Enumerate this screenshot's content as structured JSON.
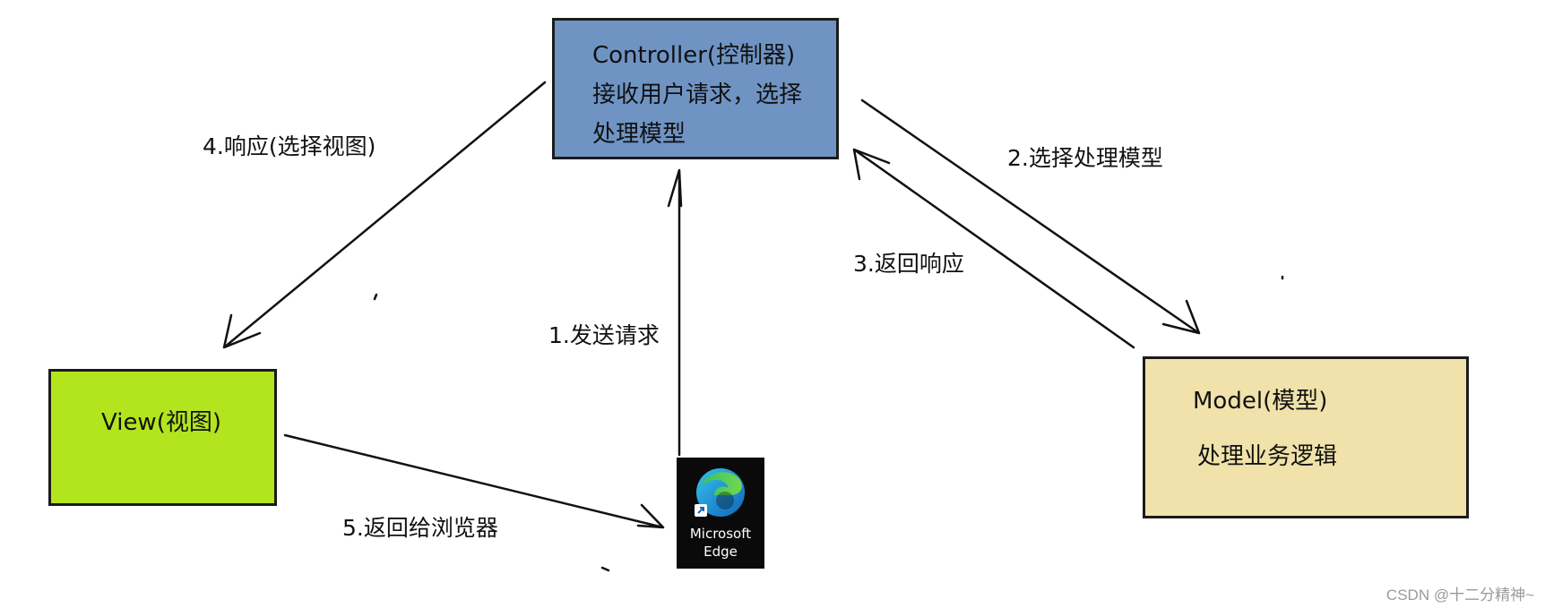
{
  "controller": {
    "line1": "Controller(控制器)",
    "line2": "接收用户请求，选择",
    "line3": "处理模型",
    "color": "#6f94c4"
  },
  "view": {
    "label": "View(视图)",
    "color": "#b3e51f"
  },
  "model": {
    "line1": "Model(模型)",
    "line2": "处理业务逻辑",
    "color": "#f0e2aa"
  },
  "arrows": {
    "send_request": "1.发送请求",
    "select_model": "2.选择处理模型",
    "return_response": "3.返回响应",
    "respond_select_view": "4.响应(选择视图)",
    "return_to_browser": "5.返回给浏览器"
  },
  "browser_icon": {
    "icon": "microsoft-edge-icon",
    "caption_line1": "Microsoft",
    "caption_line2": "Edge"
  },
  "watermark": "CSDN @十二分精神~"
}
